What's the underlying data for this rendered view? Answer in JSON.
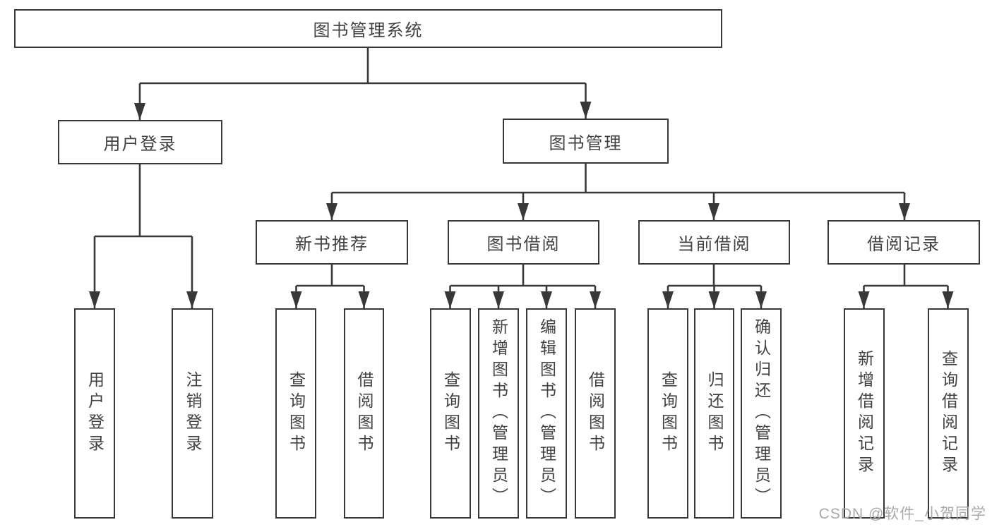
{
  "tree": {
    "root": {
      "label": "图书管理系统"
    },
    "children": [
      {
        "label": "用户登录",
        "children": [
          "用户登录",
          "注销登录"
        ]
      },
      {
        "label": "图书管理",
        "children": [
          {
            "label": "新书推荐",
            "children": [
              "查询图书",
              "借阅图书"
            ]
          },
          {
            "label": "图书借阅",
            "children": [
              "查询图书",
              "新增图书（管理员）",
              "编辑图书（管理员）",
              "借阅图书"
            ]
          },
          {
            "label": "当前借阅",
            "children": [
              "查询图书",
              "归还图书",
              "确认归还（管理员）"
            ]
          },
          {
            "label": "借阅记录",
            "children": [
              "新增借阅记录",
              "查询借阅记录"
            ]
          }
        ]
      }
    ]
  },
  "watermark": "CSDN @软件_小贺同学",
  "colors": {
    "line": "#383838",
    "box_border": "#383838",
    "text": "#414141",
    "watermark": "#a9a9a9",
    "background": "#ffffff"
  }
}
